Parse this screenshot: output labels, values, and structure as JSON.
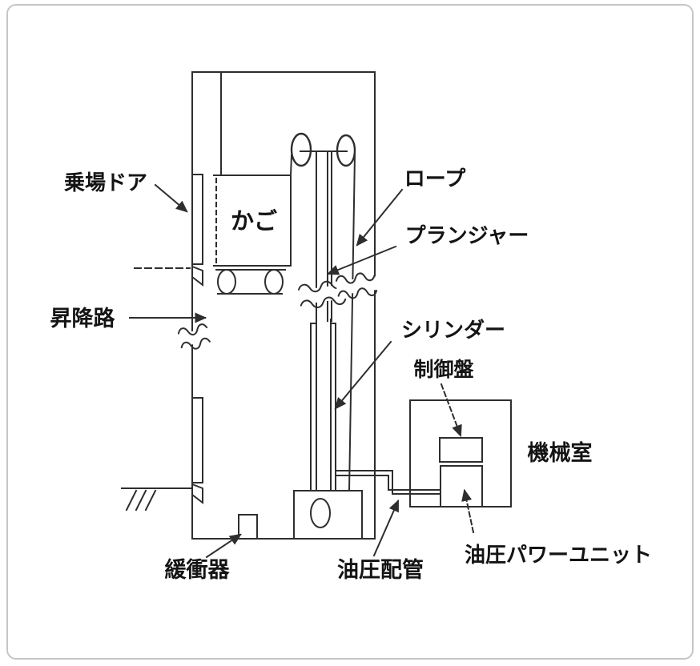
{
  "diagram": {
    "labels": {
      "landing_door": "乗場ドア",
      "car": "かご",
      "rope": "ロープ",
      "plunger": "プランジャー",
      "hoistway": "昇降路",
      "cylinder": "シリンダー",
      "control_panel": "制御盤",
      "machine_room": "機械室",
      "buffer": "緩衝器",
      "hydraulic_piping": "油圧配管",
      "hydraulic_power_unit": "油圧パワーユニット"
    },
    "colors": {
      "line": "#2e2e2e",
      "text": "#141414",
      "frame_border": "#c6c6c6",
      "background": "#ffffff"
    }
  }
}
